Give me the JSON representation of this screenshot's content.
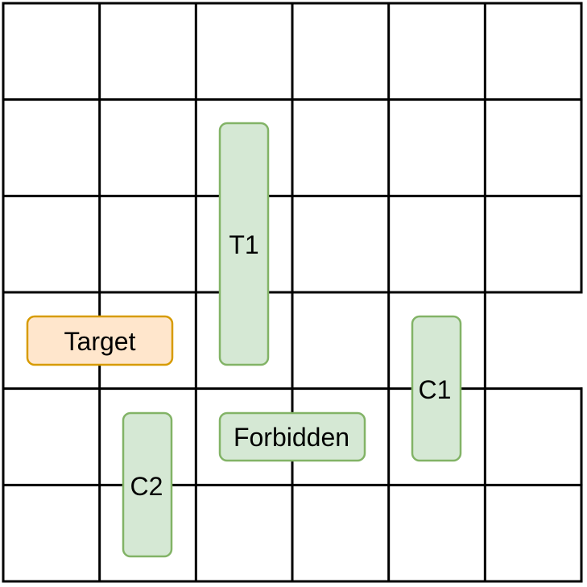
{
  "board": {
    "cols": 6,
    "rows": 6,
    "exit_side": "right",
    "exit_rows": [
      3
    ]
  },
  "blocks": [
    {
      "key": "t1",
      "label": "T1",
      "orientation": "vertical",
      "kind": "green"
    },
    {
      "key": "target",
      "label": "Target",
      "orientation": "horizontal",
      "kind": "orange"
    },
    {
      "key": "c1",
      "label": "C1",
      "orientation": "vertical",
      "kind": "green"
    },
    {
      "key": "forbidden",
      "label": "Forbidden",
      "orientation": "horizontal",
      "kind": "green"
    },
    {
      "key": "c2",
      "label": "C2",
      "orientation": "vertical",
      "kind": "green"
    }
  ],
  "colors": {
    "grid_line": "#000000",
    "green_fill": "#d5e8d4",
    "green_stroke": "#82b366",
    "orange_fill": "#ffe6cc",
    "orange_stroke": "#d79b00"
  }
}
